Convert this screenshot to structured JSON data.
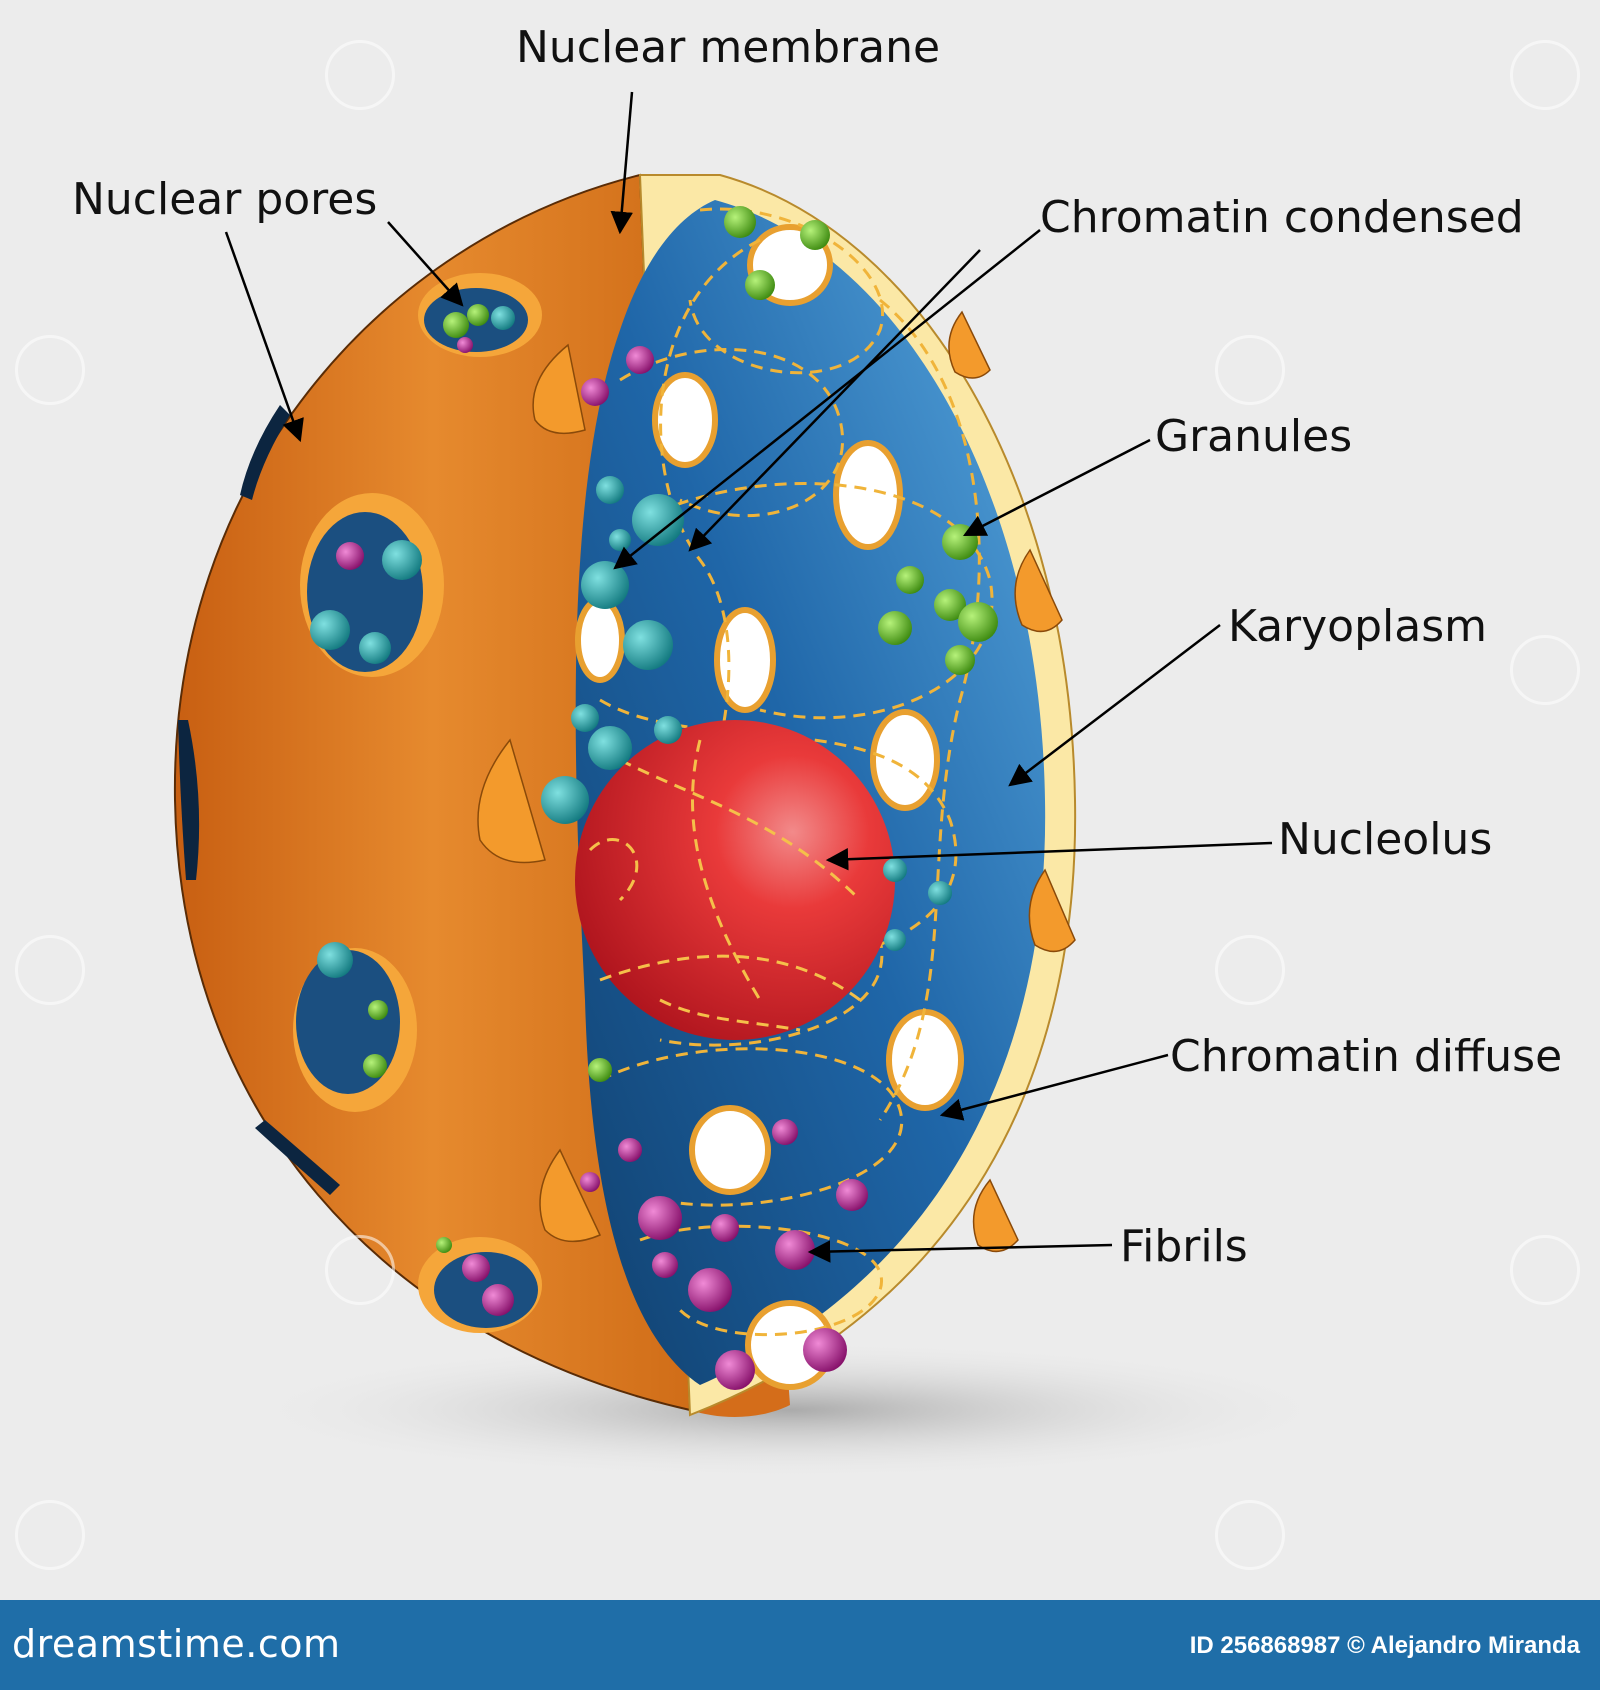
{
  "labels": {
    "nuclear_membrane": "Nuclear membrane",
    "nuclear_pores": "Nuclear pores",
    "chromatin_condensed": "Chromatin condensed",
    "granules": "Granules",
    "karyoplasm": "Karyoplasm",
    "nucleolus": "Nucleolus",
    "chromatin_diffuse": "Chromatin diffuse",
    "fibrils": "Fibrils"
  },
  "footer": {
    "brand": "dreamstime.com",
    "credit": "ID 256868987 © Alejandro Miranda"
  },
  "colors": {
    "membrane_orange": "#e07b22",
    "membrane_edge": "#fbe8a6",
    "karyoplasm_blue": "#1d5f9c",
    "nucleolus_red": "#e0262d",
    "chromatin_teal": "#1fa3a8",
    "granule_green": "#5cae1e",
    "fibril_magenta": "#b01e8e",
    "chromatin_line": "#f0b43a",
    "footer_blue": "#1f6ea8"
  }
}
